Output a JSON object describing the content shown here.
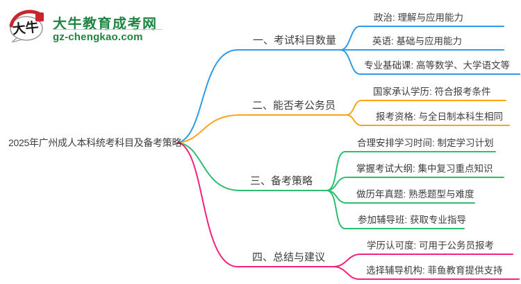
{
  "logo": {
    "title": "大牛教育成考网",
    "url": "gz-chengkao.com",
    "icon_text": "大牛",
    "color": "#1e8441",
    "seal_color": "#c9252c"
  },
  "root": {
    "label": "2025年广州成人本科统考科目及备考策略",
    "text_color": "#3d3d3d"
  },
  "branches": [
    {
      "label": "一、考试科目数量",
      "color": "#2e9be8",
      "children": [
        "政治: 理解与应用能力",
        "英语: 基础与应用能力",
        "专业基础课: 高等数学、大学语文等"
      ]
    },
    {
      "label": "二、能否考公务员",
      "color": "#f7a416",
      "children": [
        "国家承认学历: 符合报考条件",
        "报考资格: 与全日制本科生相同"
      ]
    },
    {
      "label": "三、备考策略",
      "color": "#2bbe71",
      "children": [
        "合理安排学习时间: 制定学习计划",
        "掌握考试大纲: 集中复习重点知识",
        "做历年真题: 熟悉题型与难度",
        "参加辅导班: 获取专业指导"
      ]
    },
    {
      "label": "四、总结与建议",
      "color": "#f5217d",
      "children": [
        "学历认可度: 可用于公务员报考",
        "选择辅导机构: 菲鱼教育提供支持"
      ]
    }
  ]
}
